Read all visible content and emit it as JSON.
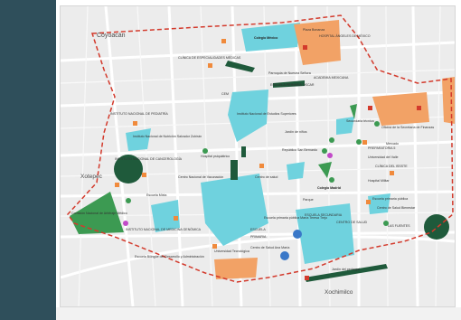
{
  "map": {
    "area_labels": {
      "north": "Coyoacán",
      "west": "Xotepec",
      "south": "Xochimilco"
    },
    "places": [
      "Colegio México",
      "Plaza Bonanza",
      "HOSPITAL ÁNGELES DE MÉXICO",
      "CLÍNICA DE ESPECIALIDADES MÉDICAS",
      "Parroquia de Nuestra Señora",
      "ACADEMIA MEXICANA",
      "ESCUELA PRIMARIA ÓSCAR",
      "CEM",
      "INSTITUTO NACIONAL DE PEDIATRÍA",
      "Instituto Nacional de Nutrición Salvador Zubirán",
      "Instituto Nacional de Estudios Superiores",
      "Jardín de niños",
      "Secundaria técnica",
      "Oficina de la Secretaría de Finanzas",
      "Mercado",
      "INSTITUTO NACIONAL DE CANCEROLOGÍA",
      "Hospital psiquiátrico",
      "Escuela Mixta",
      "Repúblico San Bernardo",
      "Centro de salud",
      "Colegio Madrid",
      "PREPARATORIA 5",
      "Universidad del Valle",
      "CLÍNICA DEL ISSSTE",
      "Hospital Militar",
      "Escuela primaria pública",
      "Centro de Salud Bienestar",
      "Parque",
      "ESCUELA SECUNDARIA",
      "Centro Nacional de Vacunación",
      "Escuela primaria pública María Teresa Trejo",
      "CENTRO DE SALUD",
      "ESCUELA",
      "PRIMARIA",
      "INSTITUTO NACIONAL DE MEDICINA GENÓMICA",
      "Escuela Bilingüe del Desarrollo y Administración",
      "Universidad Tecnológica",
      "Centro de Salud Ana María",
      "Comisión Nacional de Arbitraje Médico",
      "LAS FUENTES",
      "Jardín del pedregal"
    ]
  },
  "colors": {
    "park": "#6fd2de",
    "green_area": "#3c9a52",
    "dark_green": "#1f5a3b",
    "orange_area": "#f2a266",
    "boundary": "#d33a2c",
    "side_panel": "#2f4f5b"
  }
}
